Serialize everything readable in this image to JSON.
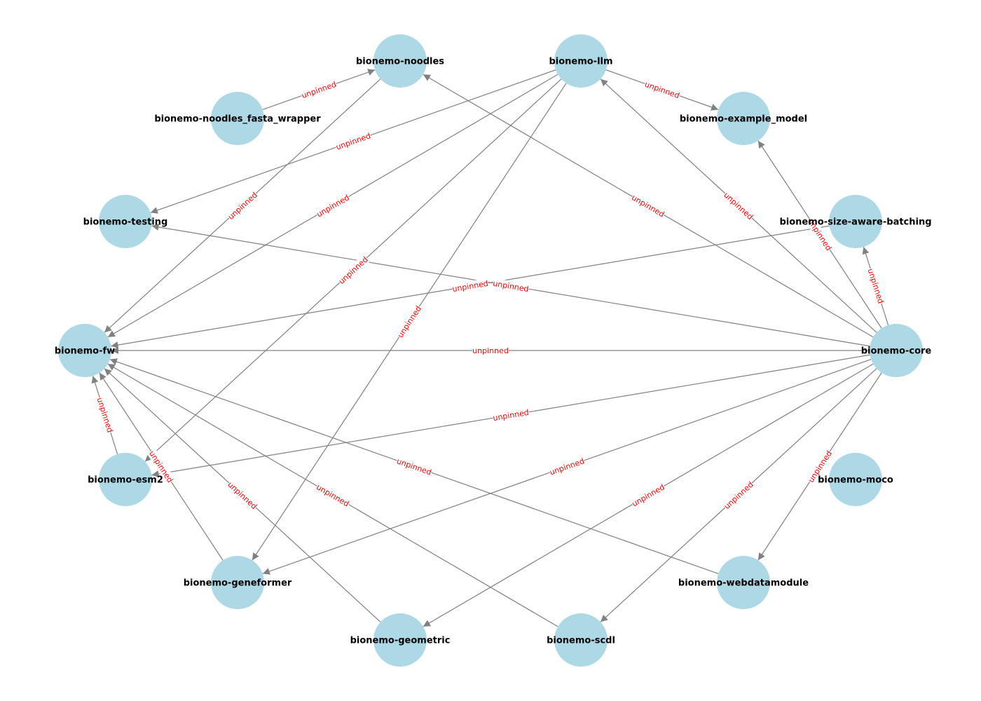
{
  "colors": {
    "node_fill": "#add8e6",
    "edge_stroke": "#808080",
    "edge_label": "#ff0000",
    "node_text": "#000000"
  },
  "nodes": [
    {
      "id": "noodles",
      "label": "bionemo-noodles"
    },
    {
      "id": "llm",
      "label": "bionemo-llm"
    },
    {
      "id": "noodles_fasta",
      "label": "bionemo-noodles_fasta_wrapper"
    },
    {
      "id": "example_model",
      "label": "bionemo-example_model"
    },
    {
      "id": "testing",
      "label": "bionemo-testing"
    },
    {
      "id": "size_aware",
      "label": "bionemo-size-aware-batching"
    },
    {
      "id": "fw",
      "label": "bionemo-fw"
    },
    {
      "id": "core",
      "label": "bionemo-core"
    },
    {
      "id": "esm2",
      "label": "bionemo-esm2"
    },
    {
      "id": "moco",
      "label": "bionemo-moco"
    },
    {
      "id": "geneformer",
      "label": "bionemo-geneformer"
    },
    {
      "id": "webdatamodule",
      "label": "bionemo-webdatamodule"
    },
    {
      "id": "geometric",
      "label": "bionemo-geometric"
    },
    {
      "id": "scdl",
      "label": "bionemo-scdl"
    }
  ],
  "edges": [
    {
      "from": "noodles_fasta",
      "to": "noodles",
      "label": "unpinned"
    },
    {
      "from": "llm",
      "to": "example_model",
      "label": "unpinned"
    },
    {
      "from": "llm",
      "to": "testing",
      "label": "unpinned"
    },
    {
      "from": "llm",
      "to": "fw",
      "label": "unpinned"
    },
    {
      "from": "llm",
      "to": "esm2",
      "label": "unpinned"
    },
    {
      "from": "llm",
      "to": "geneformer",
      "label": "unpinned"
    },
    {
      "from": "noodles",
      "to": "fw",
      "label": "unpinned"
    },
    {
      "from": "core",
      "to": "noodles",
      "label": "unpinned"
    },
    {
      "from": "core",
      "to": "llm",
      "label": "unpinned"
    },
    {
      "from": "core",
      "to": "example_model",
      "label": "unpinned"
    },
    {
      "from": "core",
      "to": "size_aware",
      "label": "unpinned"
    },
    {
      "from": "core",
      "to": "testing",
      "label": "unpinned"
    },
    {
      "from": "core",
      "to": "fw",
      "label": "unpinned"
    },
    {
      "from": "core",
      "to": "esm2",
      "label": "unpinned"
    },
    {
      "from": "core",
      "to": "geneformer",
      "label": "unpinned"
    },
    {
      "from": "core",
      "to": "geometric",
      "label": "unpinned"
    },
    {
      "from": "core",
      "to": "scdl",
      "label": "unpinned"
    },
    {
      "from": "core",
      "to": "webdatamodule",
      "label": "unpinned"
    },
    {
      "from": "size_aware",
      "to": "fw",
      "label": "unpinned"
    },
    {
      "from": "esm2",
      "to": "fw",
      "label": "unpinned"
    },
    {
      "from": "geneformer",
      "to": "fw",
      "label": "unpinned"
    },
    {
      "from": "geometric",
      "to": "fw",
      "label": "unpinned"
    },
    {
      "from": "scdl",
      "to": "fw",
      "label": "unpinned"
    },
    {
      "from": "webdatamodule",
      "to": "fw",
      "label": "unpinned"
    }
  ]
}
